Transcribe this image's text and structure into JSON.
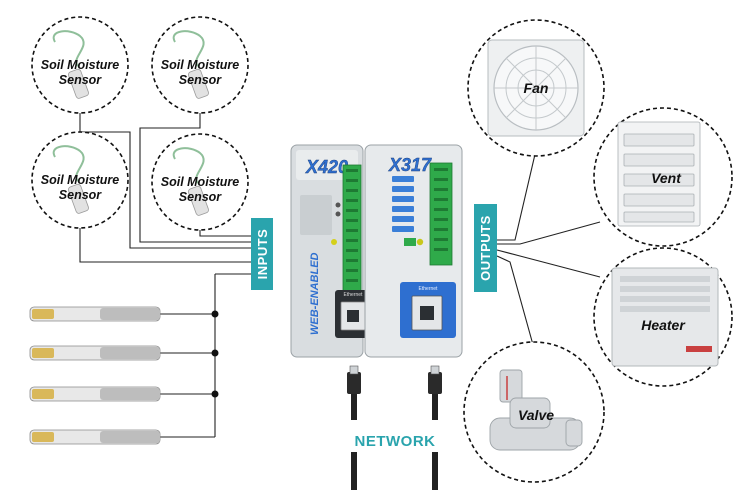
{
  "sensors": {
    "soil": [
      {
        "line1": "Soil Moisture",
        "line2": "Sensor"
      },
      {
        "line1": "Soil Moisture",
        "line2": "Sensor"
      },
      {
        "line1": "Soil Moisture",
        "line2": "Sensor"
      },
      {
        "line1": "Soil Moisture",
        "line2": "Sensor"
      }
    ]
  },
  "labels": {
    "inputs": "INPUTS",
    "outputs": "OUTPUTS",
    "network": "NETWORK"
  },
  "outputs": [
    "Fan",
    "Vent",
    "Heater",
    "Valve"
  ],
  "devices": {
    "left": {
      "model": "X420",
      "vertical_text": "WEB-ENABLED",
      "port_label": "Ethernet"
    },
    "right": {
      "model": "X317",
      "port_label": "Ethernet"
    }
  },
  "colors": {
    "accent_teal": "#2aa4ad",
    "terminal_green": "#2faa4a",
    "device_blue": "#2e6fd0"
  }
}
